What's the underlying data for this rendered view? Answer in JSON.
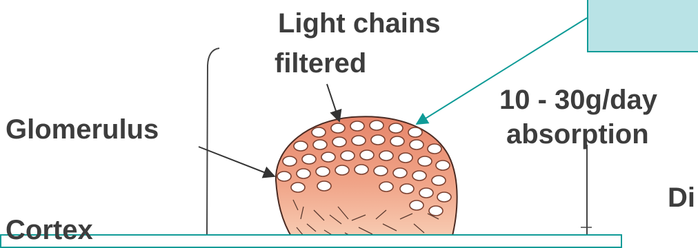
{
  "labels": {
    "light_chains_line1": "Light chains",
    "light_chains_line2": "filtered",
    "rate_line1": "10 - 30g/day",
    "rate_line2": "absorption",
    "glomerulus": "Glomerulus",
    "cortex": "Cortex",
    "di_partial": "Di"
  },
  "colors": {
    "text": "#3d3d3d",
    "glomerulus_fill_top": "#e88868",
    "glomerulus_fill_bottom": "#f6c2a6",
    "vesicle": "#ffffff",
    "callout_fill": "#b9e3e6",
    "callout_border": "#0f9b97",
    "lines": "#444444"
  }
}
